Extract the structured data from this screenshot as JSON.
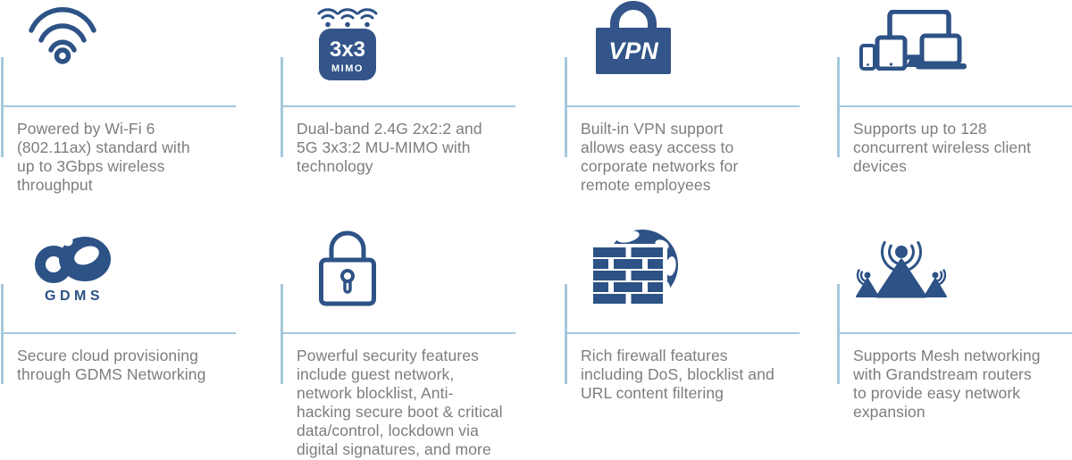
{
  "section": {
    "name": "product-feature-highlights",
    "colors": {
      "icon_navy": "#2d5286",
      "divider_blue": "#a5c8dc",
      "text_gray": "#7c7d7f",
      "background": "#ffffff"
    }
  },
  "features": [
    {
      "id": "wifi6",
      "icon": "wifi-icon",
      "description": "Powered by Wi-Fi 6\n(802.11ax) standard with\nup to 3Gbps wireless\nthroughput"
    },
    {
      "id": "mimo",
      "icon": "3x3-mimo-icon",
      "badge_line1": "3x3",
      "badge_line2": "MIMO",
      "description": "Dual-band 2.4G 2x2:2 and\n5G 3x3:2 MU-MIMO with\ntechnology"
    },
    {
      "id": "vpn",
      "icon": "vpn-lock-icon",
      "label": "VPN",
      "description": "Built-in VPN support\nallows easy access to\ncorporate networks for\nremote employees"
    },
    {
      "id": "clients",
      "icon": "client-devices-icon",
      "description": "Supports up to 128\nconcurrent wireless client\ndevices"
    },
    {
      "id": "gdms",
      "icon": "gdms-cloud-logo",
      "label": "GDMS",
      "description": "Secure cloud provisioning\nthrough GDMS Networking"
    },
    {
      "id": "security",
      "icon": "padlock-icon",
      "description": "Powerful security features\ninclude guest network,\nnetwork blocklist, Anti-\nhacking secure boot & critical\ndata/control, lockdown via\ndigital signatures, and more"
    },
    {
      "id": "firewall",
      "icon": "firewall-globe-icon",
      "description": "Rich firewall features\nincluding DoS, blocklist and\nURL content filtering"
    },
    {
      "id": "mesh",
      "icon": "mesh-networking-icon",
      "description": "Supports Mesh networking\nwith Grandstream routers\nto provide easy network\nexpansion"
    }
  ]
}
